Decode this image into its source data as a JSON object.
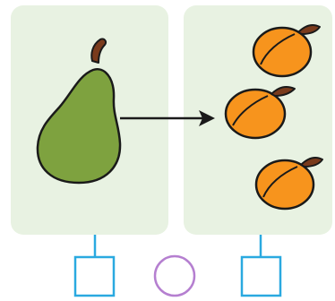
{
  "left_panel": {
    "fruit": "pear-icon",
    "count": 1
  },
  "right_panel": {
    "fruit": "apricot-icon",
    "count": 3
  },
  "relation": "arrow-right-icon",
  "answer_slots": [
    {
      "shape": "square",
      "value": ""
    },
    {
      "shape": "circle",
      "value": ""
    },
    {
      "shape": "square",
      "value": ""
    }
  ],
  "colors": {
    "panel_background": "#e8f2e2",
    "pear_fill": "#7ea23f",
    "apricot_fill": "#f7941d",
    "outline": "#1a1a1a",
    "stem": "#7a3b1c",
    "square_box": "#2aa9e0",
    "circle_box": "#b57fd0"
  }
}
